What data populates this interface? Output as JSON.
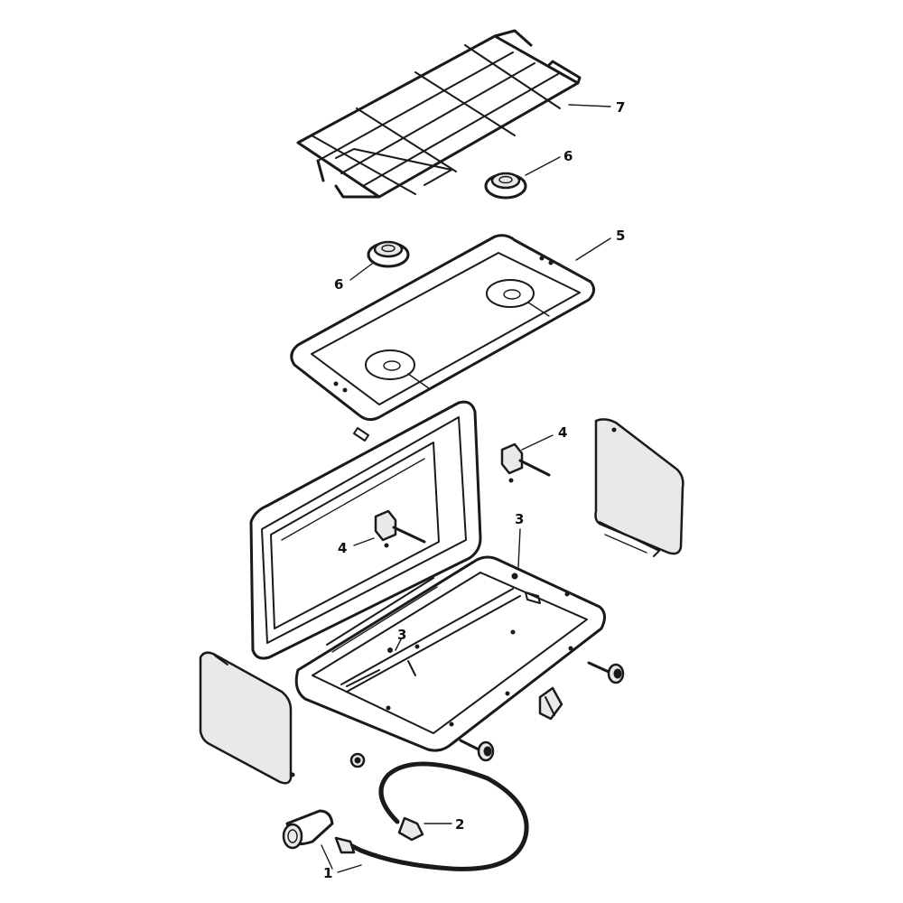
{
  "callouts": {
    "c1": "1",
    "c2": "2",
    "c3a": "3",
    "c3b": "3",
    "c4a": "4",
    "c4b": "4",
    "c5": "5",
    "c6a": "6",
    "c6b": "6",
    "c7": "7"
  }
}
